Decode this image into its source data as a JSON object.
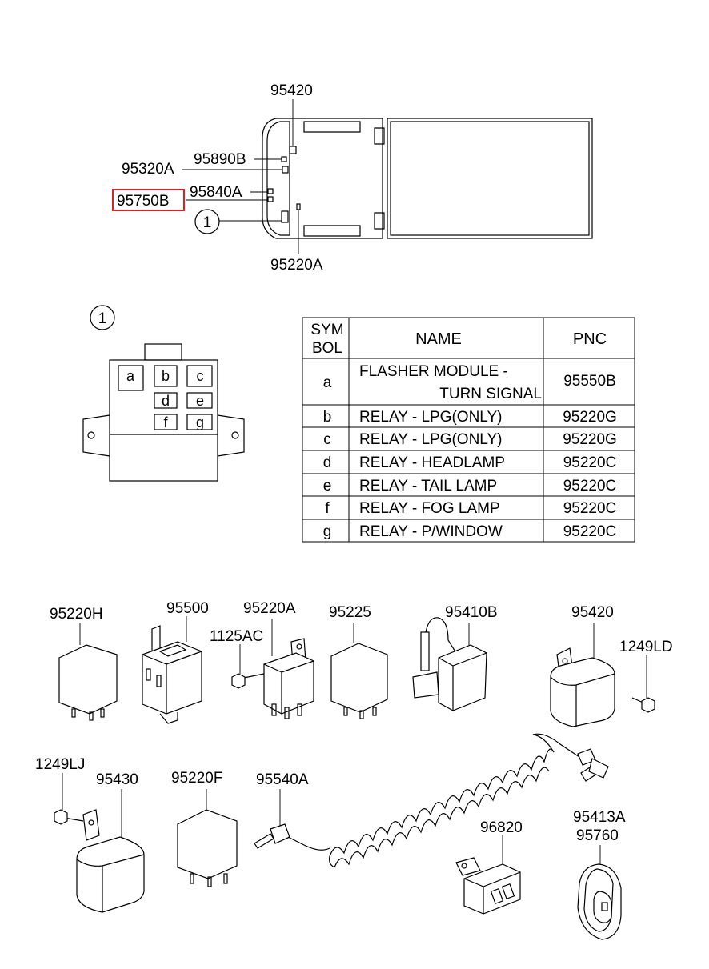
{
  "top_view": {
    "labels": {
      "p95420": "95420",
      "p95890B": "95890B",
      "p95320A": "95320A",
      "p95840A": "95840A",
      "p95750B": "95750B",
      "p95220A": "95220A",
      "callout": "1"
    },
    "highlight_color": "#e02020"
  },
  "relay_box": {
    "callout": "1",
    "slots": [
      "a",
      "b",
      "c",
      "d",
      "e",
      "f",
      "g"
    ]
  },
  "table": {
    "headers": {
      "symbol_line1": "SYM",
      "symbol_line2": "BOL",
      "name": "NAME",
      "pnc": "PNC"
    },
    "rows": [
      {
        "symbol": "a",
        "name_line1": "FLASHER MODULE -",
        "name_line2": "TURN SIGNAL",
        "pnc": "95550B"
      },
      {
        "symbol": "b",
        "name": "RELAY - LPG(ONLY)",
        "pnc": "95220G"
      },
      {
        "symbol": "c",
        "name": "RELAY - LPG(ONLY)",
        "pnc": "95220G"
      },
      {
        "symbol": "d",
        "name": "RELAY - HEADLAMP",
        "pnc": "95220C"
      },
      {
        "symbol": "e",
        "name": "RELAY - TAIL LAMP",
        "pnc": "95220C"
      },
      {
        "symbol": "f",
        "name": "RELAY - FOG LAMP",
        "pnc": "95220C"
      },
      {
        "symbol": "g",
        "name": "RELAY - P/WINDOW",
        "pnc": "95220C"
      }
    ]
  },
  "parts": {
    "p95220H": "95220H",
    "p95500": "95500",
    "p95220A": "95220A",
    "p1125AC": "1125AC",
    "p95225": "95225",
    "p95410B": "95410B",
    "p95420": "95420",
    "p1249LD": "1249LD",
    "p1249LJ": "1249LJ",
    "p95430": "95430",
    "p95220F": "95220F",
    "p95540A": "95540A",
    "p96820": "96820",
    "p95413A": "95413A",
    "p95760": "95760"
  }
}
